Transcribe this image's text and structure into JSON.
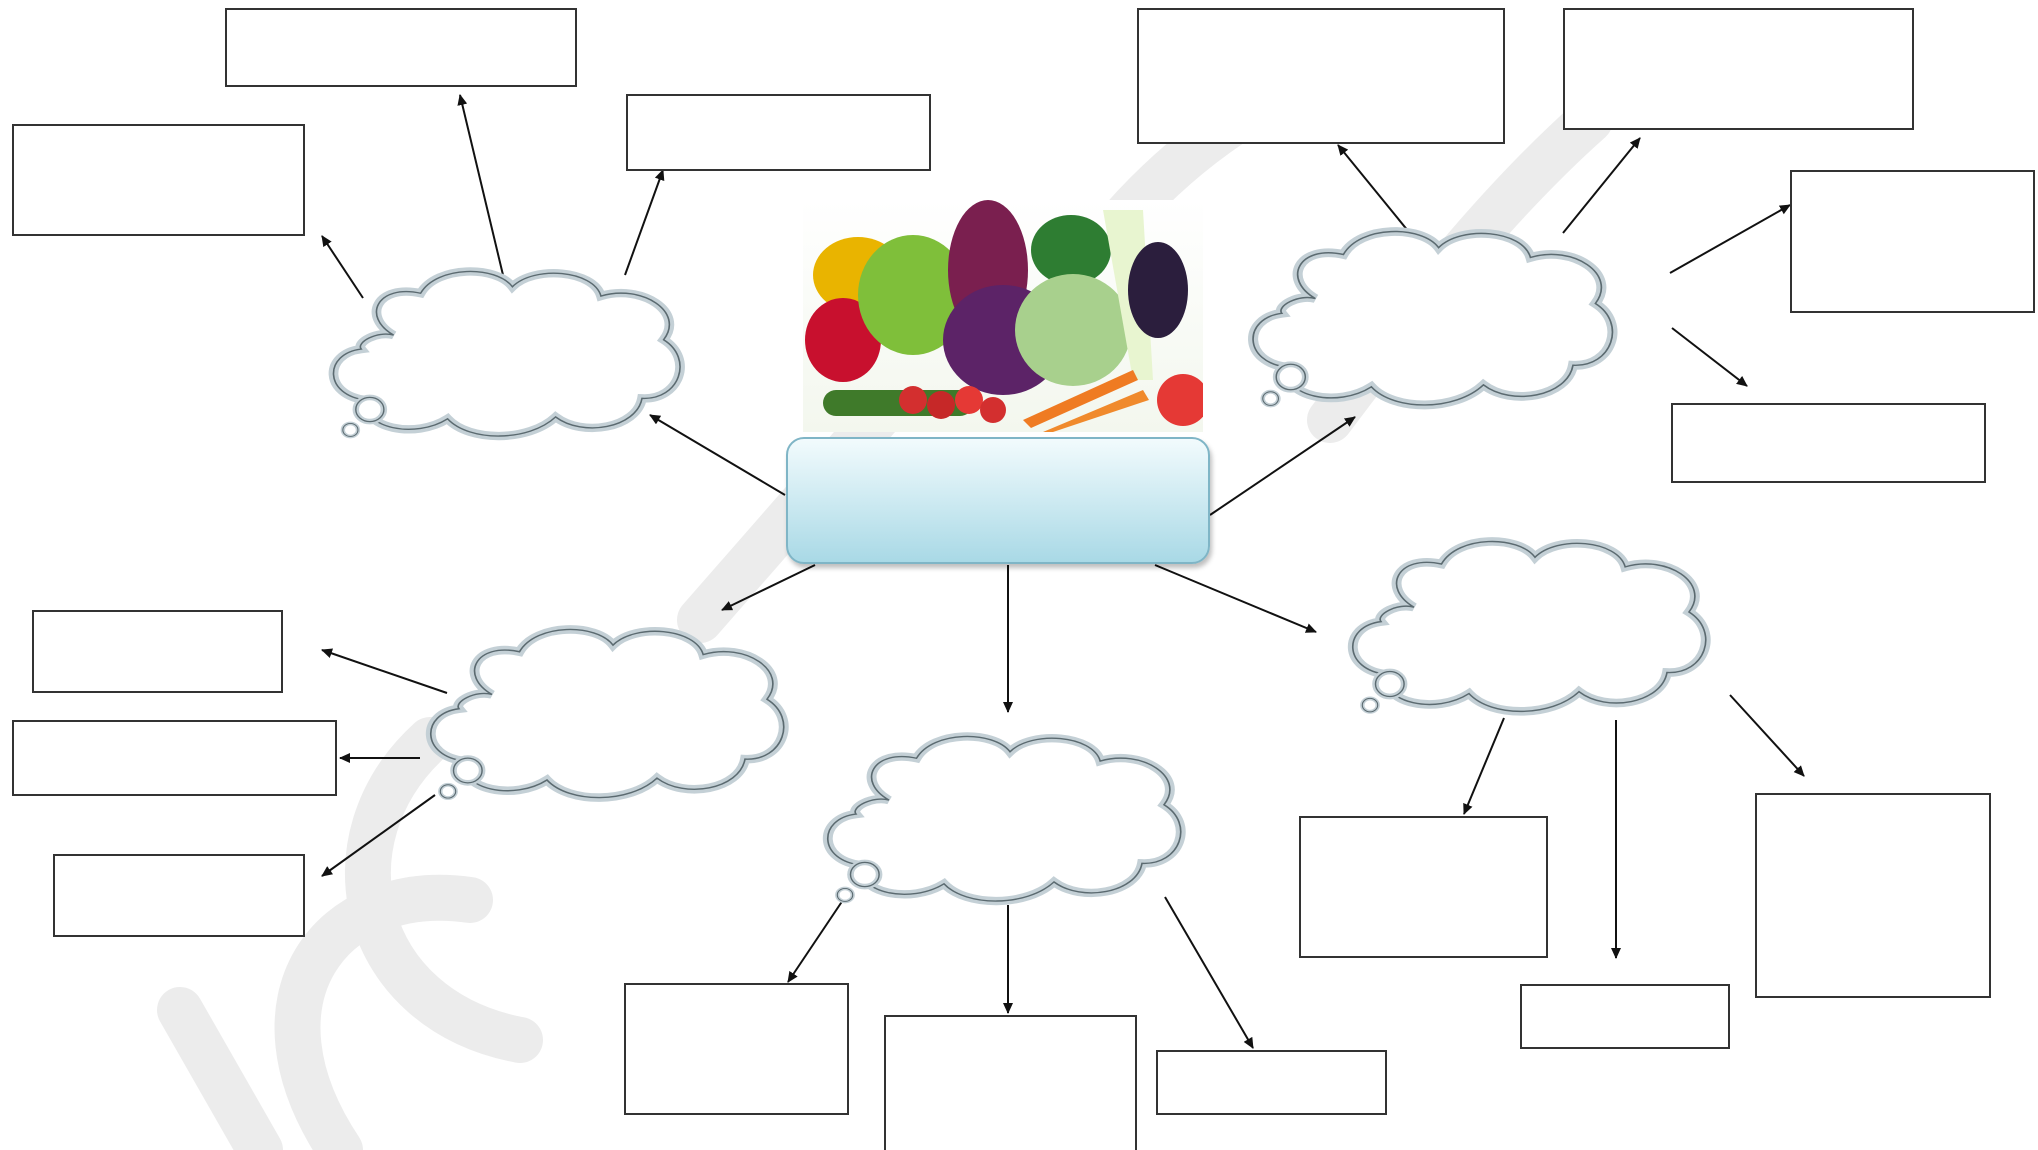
{
  "title": "",
  "center_label": "",
  "clouds": [
    {
      "id": "growing",
      "label": ""
    },
    {
      "id": "names",
      "label": ""
    },
    {
      "id": "foods",
      "label": ""
    },
    {
      "id": "benefits",
      "label": ""
    },
    {
      "id": "traits",
      "label": ""
    }
  ],
  "boxes": [
    {
      "id": "g1",
      "label": ""
    },
    {
      "id": "g2",
      "label": ""
    },
    {
      "id": "g3",
      "label": ""
    },
    {
      "id": "n1",
      "label": ""
    },
    {
      "id": "n2",
      "label": ""
    },
    {
      "id": "n3",
      "label": ""
    },
    {
      "id": "n4",
      "label": ""
    },
    {
      "id": "f1",
      "label": ""
    },
    {
      "id": "f2",
      "label": ""
    },
    {
      "id": "f3",
      "label": ""
    },
    {
      "id": "b1",
      "label": ""
    },
    {
      "id": "b2",
      "label": ""
    },
    {
      "id": "b3",
      "label": ""
    },
    {
      "id": "t1",
      "label": ""
    },
    {
      "id": "t2",
      "label": ""
    },
    {
      "id": "t3",
      "label": ""
    }
  ],
  "colors": {
    "line": "#111111",
    "box_border": "#333333",
    "center_fill_top": "#f2fbfd",
    "center_fill_bottom": "#a9d9e6",
    "cloud_stroke": "#c5d2d8",
    "watermark": "#e9e9e9"
  },
  "image": {
    "name": "fresh-vegetables-photo"
  }
}
